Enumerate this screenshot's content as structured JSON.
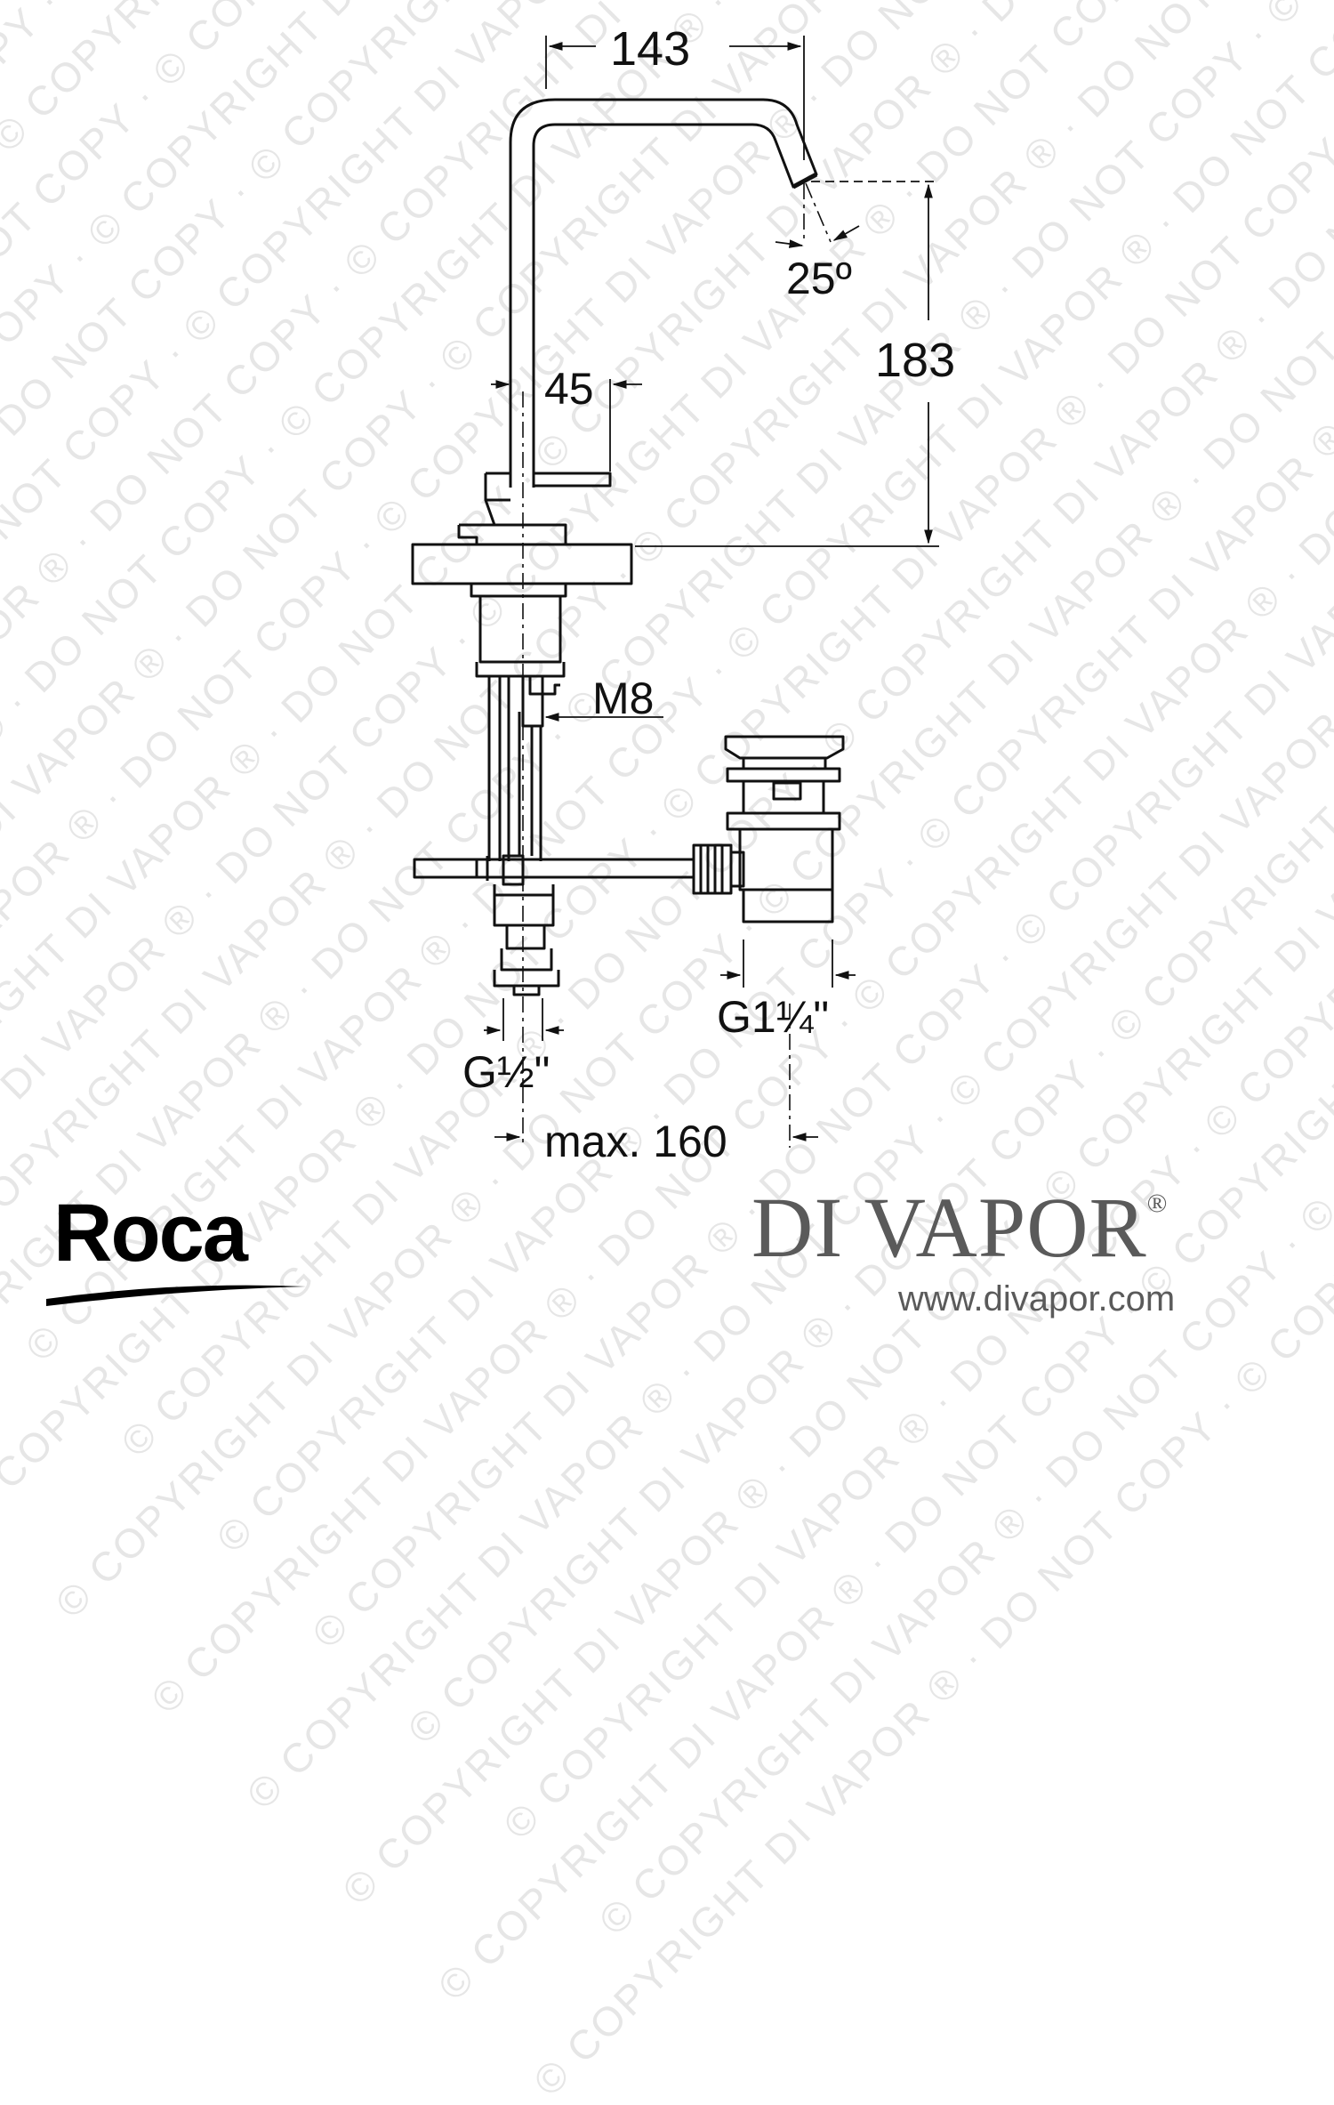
{
  "watermark": {
    "text": "© COPYRIGHT DI VAPOR ® · DO NOT COPY · "
  },
  "dimensions": {
    "spout_reach": "143",
    "spout_angle": "25º",
    "spout_height": "183",
    "lever_offset": "45",
    "rod_thread": "M8",
    "waste_thread": "G1¼\"",
    "inlet_thread": "G½\"",
    "max_distance": "max. 160"
  },
  "branding": {
    "manufacturer": "Roca",
    "retailer": "DI VAPOR",
    "retailer_mark": "®",
    "website": "www.divapor.com"
  },
  "colors": {
    "ink": "#111111",
    "watermark": "#e6e6e6",
    "retailer": "#5a5a5a"
  }
}
